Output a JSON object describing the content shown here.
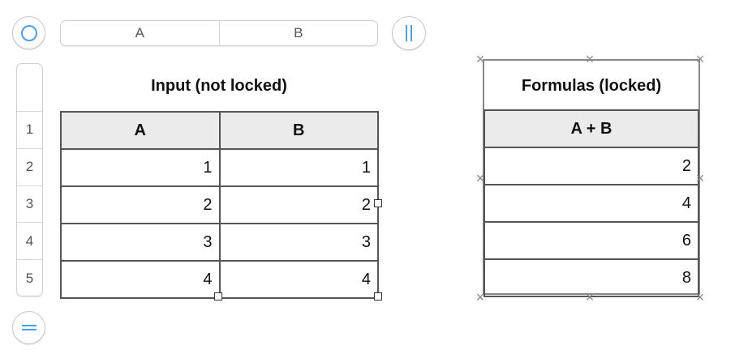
{
  "toolbar": {
    "select_all_icon": "circle-icon",
    "freeze_icon": "pause-bars-icon",
    "bottom_icon": "equals-icon"
  },
  "column_headers": [
    "A",
    "B"
  ],
  "row_headers": [
    "1",
    "2",
    "3",
    "4",
    "5"
  ],
  "input_table": {
    "title": "Input (not locked)",
    "headers": [
      "A",
      "B"
    ],
    "rows": [
      [
        "1",
        "1"
      ],
      [
        "2",
        "2"
      ],
      [
        "3",
        "3"
      ],
      [
        "4",
        "4"
      ]
    ]
  },
  "formula_table": {
    "title": "Formulas (locked)",
    "header": "A + B",
    "rows": [
      "2",
      "4",
      "6",
      "8"
    ]
  }
}
